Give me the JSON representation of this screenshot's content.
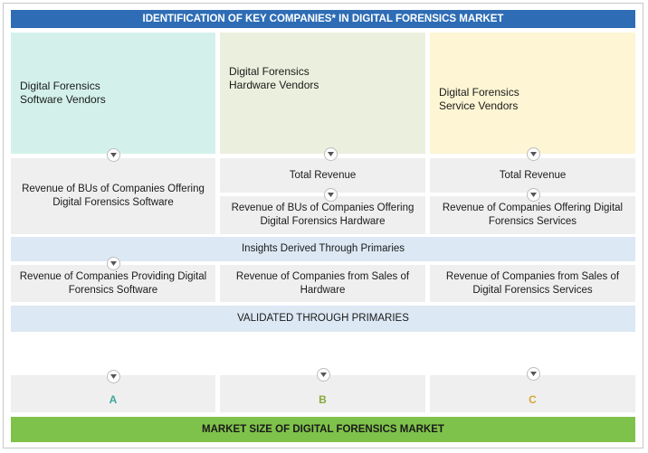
{
  "title": "IDENTIFICATION OF KEY COMPANIES* IN DIGITAL FORENSICS MARKET",
  "vendors": [
    {
      "line1": "Digital Forensics",
      "line2": "Software Vendors"
    },
    {
      "line1": "Digital Forensics",
      "line2": "Hardware Vendors"
    },
    {
      "line1": "Digital Forensics",
      "line2": "Service Vendors"
    }
  ],
  "revenue_bu": {
    "software": {
      "line1": "Revenue of BUs of Companies Offering",
      "line2": "Digital Forensics Software"
    },
    "hardware": {
      "line1": "Revenue of BUs of Companies Offering",
      "line2": "Digital  Forensics Hardware"
    },
    "services": {
      "line1": "Revenue of Companies Offering Digital",
      "line2": "Forensics Services"
    }
  },
  "total_revenue": [
    "Total Revenue",
    "Total Revenue"
  ],
  "insights_label": "Insights Derived Through Primaries",
  "revenue_sales": [
    {
      "line1": "Revenue of Companies Providing Digital",
      "line2": "Forensics Software"
    },
    {
      "line1": "Revenue of Companies from Sales of",
      "line2": "Hardware"
    },
    {
      "line1": "Revenue of Companies from Sales of",
      "line2": "Digital Forensics Services"
    }
  ],
  "validated_label": "VALIDATED THROUGH PRIMARIES",
  "letters": [
    "A",
    "B",
    "C"
  ],
  "market_size_label": "MARKET SIZE OF DIGITAL FORENSICS MARKET",
  "colors": {
    "title_band": "#2e6db5",
    "market_band": "#7fc24b",
    "software_vendor": "#d3f1ea",
    "hardware_vendor": "#ebefdd",
    "service_vendor": "#fdf5d3",
    "grey_box": "#efefef",
    "blue_band": "#dce8f4"
  },
  "icons": {
    "arrow": "chevron-down-icon"
  }
}
